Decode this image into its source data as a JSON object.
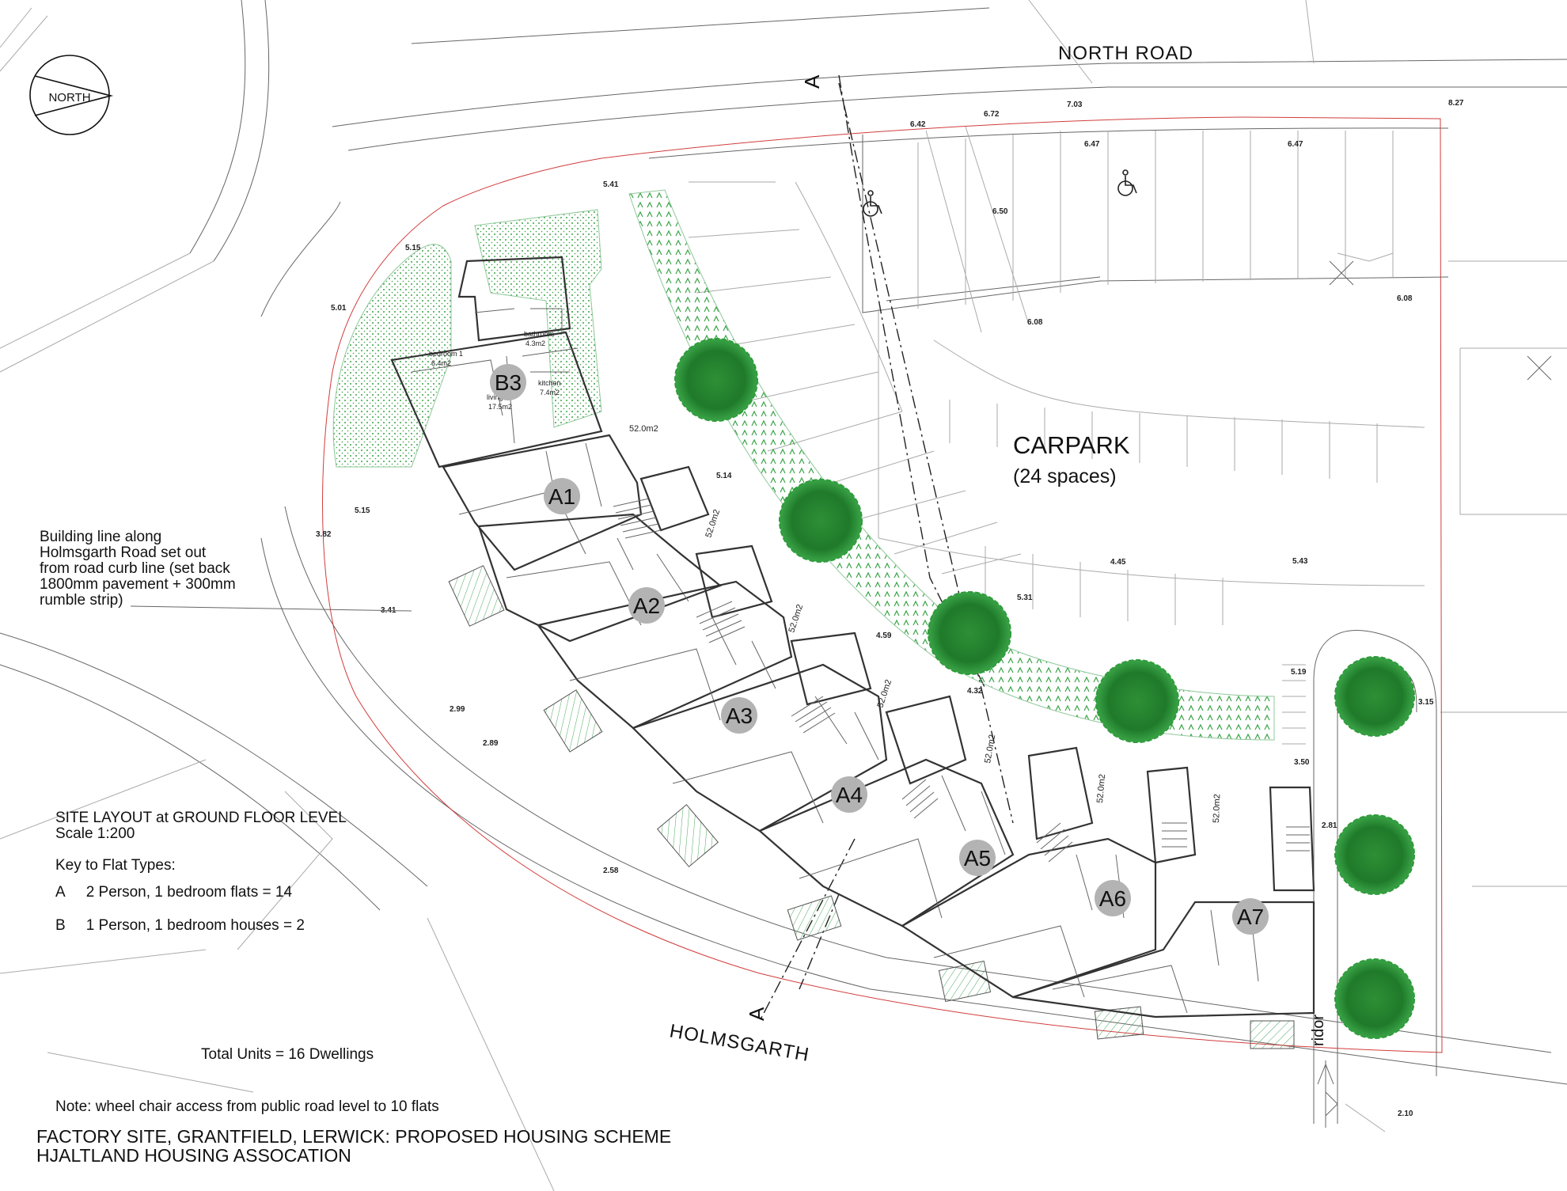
{
  "north_arrow": {
    "label": "NORTH"
  },
  "roads": {
    "north": "NORTH ROAD",
    "south": "HOLMSGARTH"
  },
  "carpark": {
    "title": "CARPARK",
    "subtitle": "(24 spaces)"
  },
  "section_marker": "A",
  "building_line_note": [
    "Building line along",
    "Holmsgarth Road set out",
    "from road curb line (set back",
    "1800mm pavement + 300mm",
    "rumble strip)"
  ],
  "site_layout": {
    "title": "SITE LAYOUT at GROUND FLOOR LEVEL",
    "scale": "Scale 1:200",
    "key_heading": "Key to Flat Types:",
    "key": [
      {
        "code": "A",
        "text": "2 Person, 1 bedroom flats  = 14"
      },
      {
        "code": "B",
        "text": "1 Person, 1 bedroom houses  = 2"
      }
    ]
  },
  "total_units": "Total Units =   16 Dwellings",
  "note": "Note: wheel chair access from public road level to 10 flats",
  "project_title": "FACTORY SITE, GRANTFIELD, LERWICK: PROPOSED HOUSING SCHEME",
  "client": "HJALTLAND HOUSING ASSOCATION",
  "units": [
    "B3",
    "A1",
    "A2",
    "A3",
    "A4",
    "A5",
    "A6",
    "A7"
  ],
  "unit_area": "52.0m2",
  "rooms": {
    "bedroom": "bedroom 1",
    "bedroom_area": "6.4m2",
    "bathroom": "bathroom",
    "bathroom_area": "4.3m2",
    "kitchen": "kitchen",
    "kitchen_area": "7.4m2",
    "living": "living",
    "living_area": "17.5m2"
  },
  "levels": [
    "5.41",
    "5.15",
    "5.01",
    "5.15",
    "3.82",
    "3.41",
    "2.99",
    "2.89",
    "2.58",
    "6.42",
    "6.72",
    "7.03",
    "8.27",
    "6.47",
    "6.47",
    "6.50",
    "6.08",
    "6.08",
    "5.14",
    "4.59",
    "5.31",
    "4.32",
    "4.45",
    "5.43",
    "5.19",
    "3.15",
    "3.50",
    "2.81",
    "2.10"
  ],
  "cut_text": "ridor",
  "colors": {
    "boundary": "#d23c3c",
    "landscape": "#2e9b3a",
    "tree": "#1f7a2a",
    "unit_badge": "#b3b3b3"
  }
}
